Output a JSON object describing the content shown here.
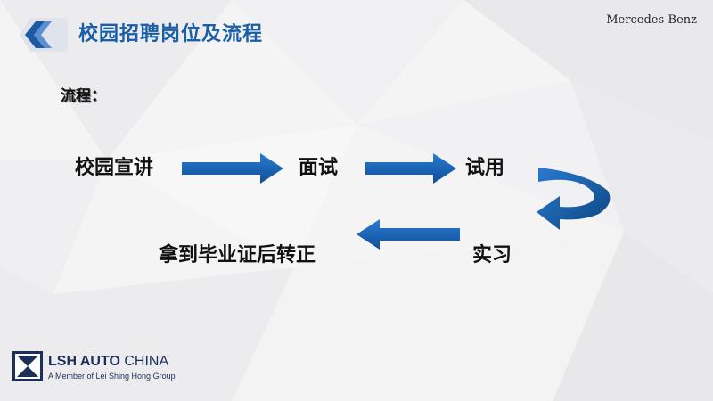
{
  "slide": {
    "title": "校园招聘岗位及流程",
    "brand": "Mercedes-Benz",
    "flow_label": "流程："
  },
  "steps": [
    {
      "label": "校园宣讲"
    },
    {
      "label": "面试"
    },
    {
      "label": "试用"
    },
    {
      "label": "实习"
    },
    {
      "label": "拿到毕业证后转正"
    }
  ],
  "footer": {
    "logo_name_bold": "LSH AUTO",
    "logo_name_thin": " CHINA",
    "logo_sub": "A Member of Lei Shing Hong Group"
  },
  "colors": {
    "accent": "#1a5fa7",
    "arrow_fill": "#1565b8",
    "logo_navy": "#1c2f5a"
  }
}
